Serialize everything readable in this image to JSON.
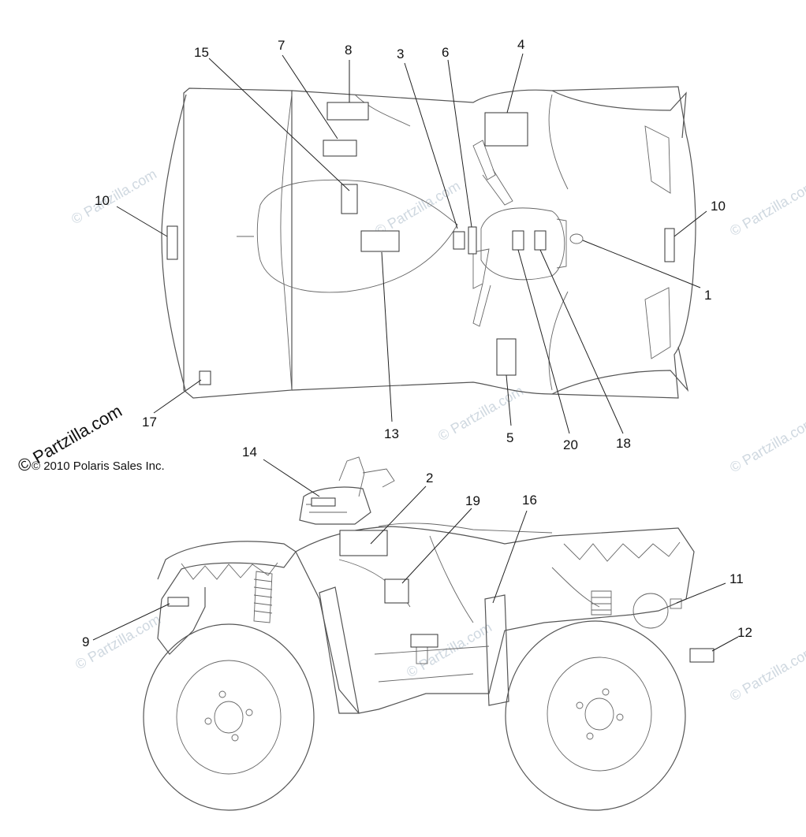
{
  "copyright": "© 2010 Polaris Sales Inc.",
  "watermark": "© Partzilla.com",
  "brand_watermark": "© Partzilla.com",
  "callouts": {
    "c1": "1",
    "c2": "2",
    "c3": "3",
    "c4": "4",
    "c5": "5",
    "c6": "6",
    "c7": "7",
    "c8": "8",
    "c9": "9",
    "c10a": "10",
    "c10b": "10",
    "c11": "11",
    "c12": "12",
    "c13": "13",
    "c14": "14",
    "c15": "15",
    "c16": "16",
    "c17": "17",
    "c18": "18",
    "c19": "19",
    "c20": "20"
  }
}
